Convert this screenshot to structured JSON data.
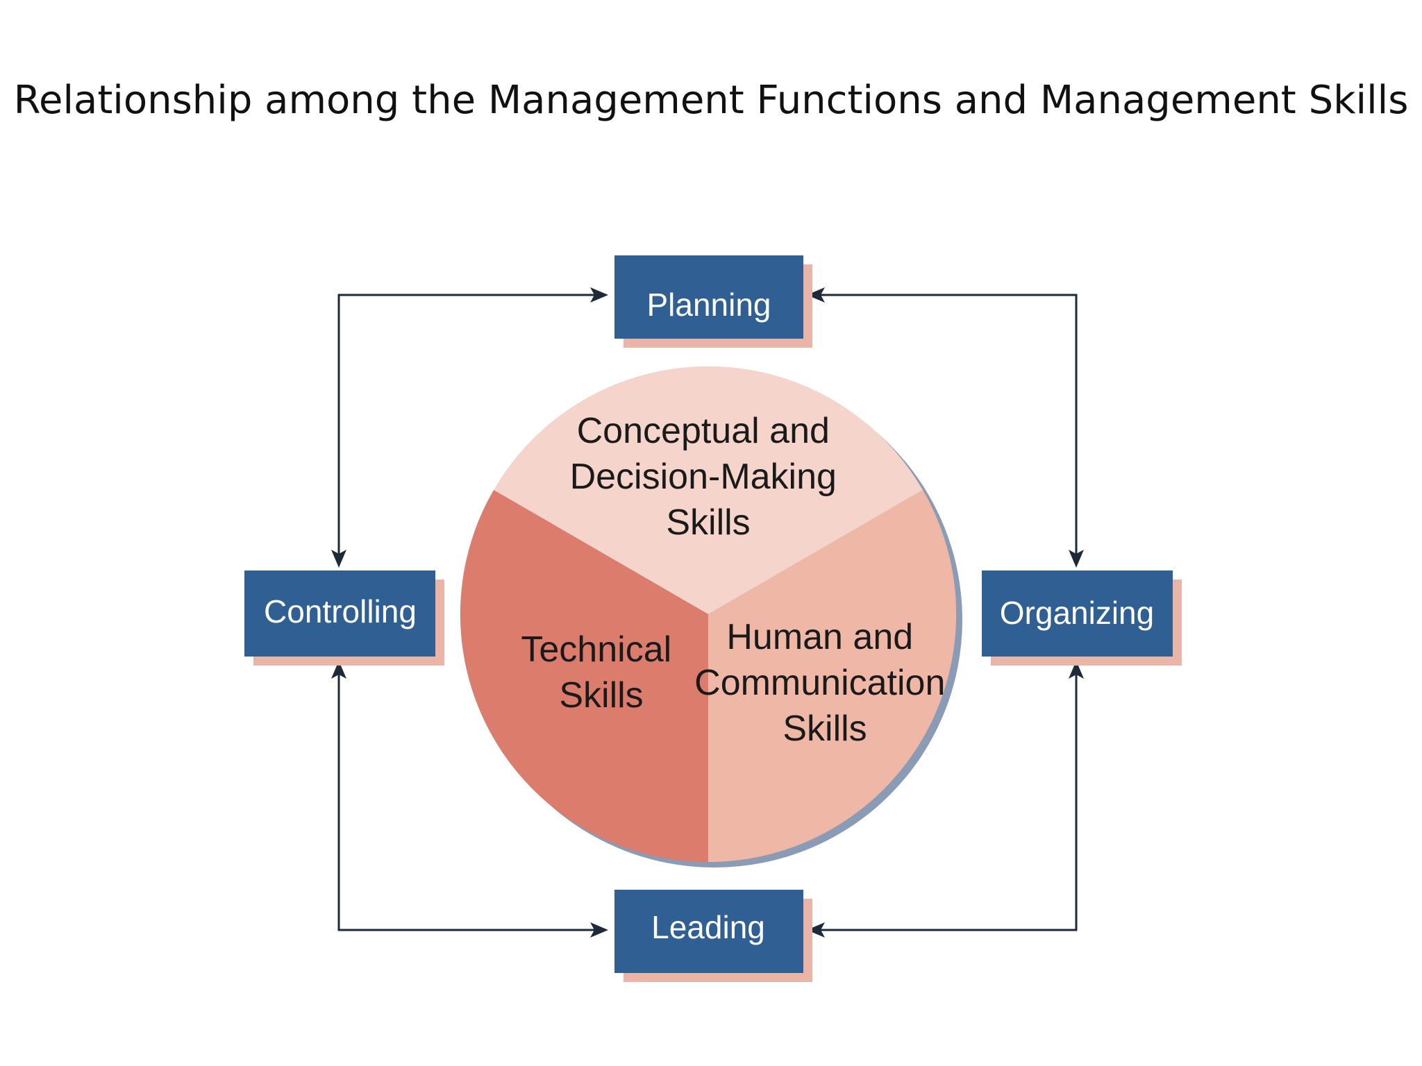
{
  "title": "Relationship among the Management Functions and Management Skills",
  "colors": {
    "box_fill": "#2f5f93",
    "box_shadow": "#eab4a6",
    "arrow": "#1d2a3a",
    "wedge_conceptual": "#f5d5cb",
    "wedge_human": "#efb8a6",
    "wedge_technical": "#db7c6c",
    "circle_shadow": "#8a9bb5"
  },
  "functions": {
    "planning": "Planning",
    "organizing": "Organizing",
    "leading": "Leading",
    "controlling": "Controlling"
  },
  "skills": {
    "conceptual": [
      "Conceptual and",
      "Decision-Making",
      "Skills"
    ],
    "technical": [
      "Technical",
      "Skills"
    ],
    "human": [
      "Human and",
      "Communication",
      "Skills"
    ]
  }
}
